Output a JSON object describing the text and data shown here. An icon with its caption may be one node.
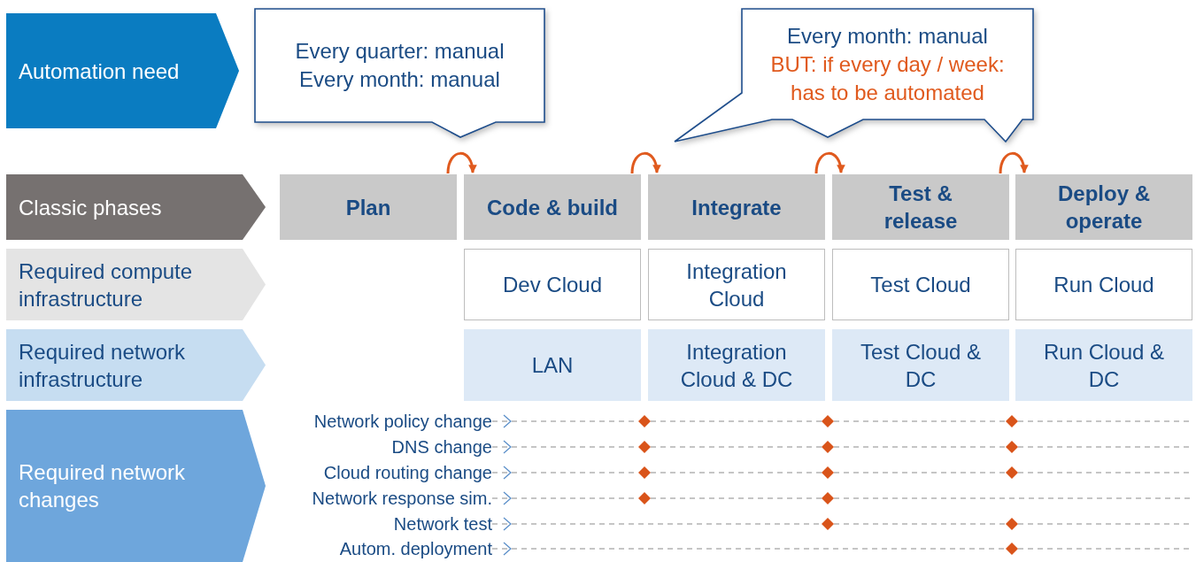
{
  "diagram": {
    "nodes": [
      {
        "text": [
          "Automation need"
        ]
      },
      {
        "text": [
          "Every quarter: manual Every month: manual"
        ]
      },
      {
        "text": [
          "Every month: manual",
          "BUT: if every day / week: has to be automated"
        ]
      },
      {
        "text": [
          "Classic phases"
        ]
      },
      {
        "text": [
          "Plan"
        ]
      },
      {
        "text": [
          "Code & build"
        ]
      },
      {
        "text": [
          "Integrate"
        ]
      },
      {
        "text": [
          "Test & release"
        ]
      },
      {
        "text": [
          "Deploy & operate"
        ]
      },
      {
        "text": [
          "Required compute infrastructure"
        ]
      },
      {
        "text": [
          "Dev Cloud"
        ]
      },
      {
        "text": [
          "Integration Cloud"
        ]
      },
      {
        "text": [
          "Test Cloud"
        ]
      },
      {
        "text": [
          "Run Cloud"
        ]
      },
      {
        "text": [
          "Required network infrastructure"
        ]
      },
      {
        "text": [
          "LAN"
        ]
      },
      {
        "text": [
          "Integration Cloud & DC"
        ]
      },
      {
        "text": [
          "Test Cloud & DC"
        ]
      },
      {
        "text": [
          "Run Cloud & DC"
        ]
      },
      {
        "text": [
          "Required network changes"
        ]
      },
      {
        "text": [
          "Network policy change"
        ]
      },
      {
        "text": [],
        "shape": "diamond"
      },
      {
        "text": [],
        "shape": "diamond"
      },
      {
        "text": [],
        "shape": "diamond"
      },
      {
        "text": [
          "DNS change"
        ]
      },
      {
        "text": [],
        "shape": "diamond"
      },
      {
        "text": [],
        "shape": "diamond"
      },
      {
        "text": [],
        "shape": "diamond"
      },
      {
        "text": [
          "Cloud routing change"
        ]
      },
      {
        "text": [],
        "shape": "diamond"
      },
      {
        "text": [],
        "shape": "diamond"
      },
      {
        "text": [],
        "shape": "diamond"
      },
      {
        "text": [
          "Network response sim."
        ]
      },
      {
        "text": [],
        "shape": "diamond"
      },
      {
        "text": [],
        "shape": "diamond"
      },
      {
        "text": [
          "Network test"
        ]
      },
      {
        "text": [],
        "shape": "diamond"
      },
      {
        "text": [],
        "shape": "diamond"
      },
      {
        "text": [
          "Autom. deployment"
        ]
      },
      {
        "text": [],
        "shape": "diamond"
      }
    ],
    "edges": [
      {
        "from": 4,
        "to": 5,
        "arrow": "to",
        "color": "#e05a1e"
      },
      {
        "from": 5,
        "to": 6,
        "arrow": "to",
        "color": "#e05a1e"
      },
      {
        "from": 6,
        "to": 7,
        "arrow": "to",
        "color": "#e05a1e"
      },
      {
        "from": 7,
        "to": 8,
        "arrow": "to",
        "color": "#e05a1e"
      },
      {
        "from": 20,
        "to": 21,
        "arrow": "none",
        "style": "dashed"
      },
      {
        "from": 21,
        "to": 22,
        "arrow": "none",
        "style": "dashed"
      },
      {
        "from": 22,
        "to": 23,
        "arrow": "none",
        "style": "dashed"
      },
      {
        "from": 23,
        "to": null,
        "arrow": "none",
        "style": "dashed"
      },
      {
        "from": 24,
        "to": 25,
        "arrow": "none",
        "style": "dashed"
      },
      {
        "from": 25,
        "to": 26,
        "arrow": "none",
        "style": "dashed"
      },
      {
        "from": 26,
        "to": 27,
        "arrow": "none",
        "style": "dashed"
      },
      {
        "from": 27,
        "to": null,
        "arrow": "none",
        "style": "dashed"
      },
      {
        "from": 28,
        "to": 29,
        "arrow": "none",
        "style": "dashed"
      },
      {
        "from": 29,
        "to": 30,
        "arrow": "none",
        "style": "dashed"
      },
      {
        "from": 30,
        "to": 31,
        "arrow": "none",
        "style": "dashed"
      },
      {
        "from": 31,
        "to": null,
        "arrow": "none",
        "style": "dashed"
      },
      {
        "from": 32,
        "to": 33,
        "arrow": "none",
        "style": "dashed"
      },
      {
        "from": 33,
        "to": 34,
        "arrow": "none",
        "style": "dashed"
      },
      {
        "from": 34,
        "to": null,
        "arrow": "none",
        "style": "dashed"
      },
      {
        "from": 35,
        "to": 36,
        "arrow": "none",
        "style": "dashed"
      },
      {
        "from": 36,
        "to": 37,
        "arrow": "none",
        "style": "dashed"
      },
      {
        "from": 37,
        "to": null,
        "arrow": "none",
        "style": "dashed"
      },
      {
        "from": 38,
        "to": 39,
        "arrow": "none",
        "style": "dashed"
      },
      {
        "from": 39,
        "to": null,
        "arrow": "none",
        "style": "dashed"
      }
    ]
  }
}
